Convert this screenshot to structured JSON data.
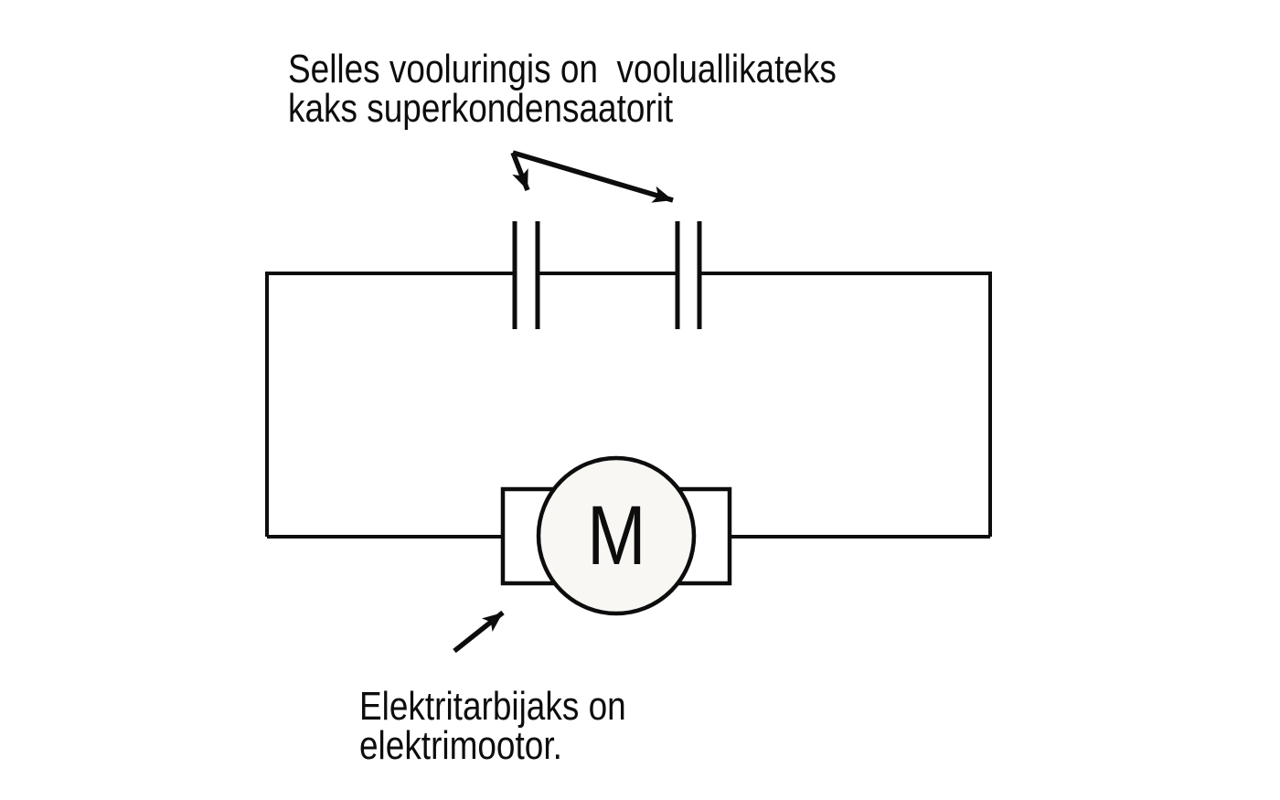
{
  "figure": {
    "background": "#ffffff",
    "ink": "#0d0d0d",
    "top_caption": {
      "line1": "Selles vooluringis on  vooluallikateks",
      "line2": "kaks superkondensaatorit"
    },
    "bottom_caption": {
      "line1": "Elektritarbijaks on",
      "line2": "elektrimootor."
    },
    "motor": {
      "label": "M",
      "circle_fill": "#f8f7f4"
    }
  }
}
